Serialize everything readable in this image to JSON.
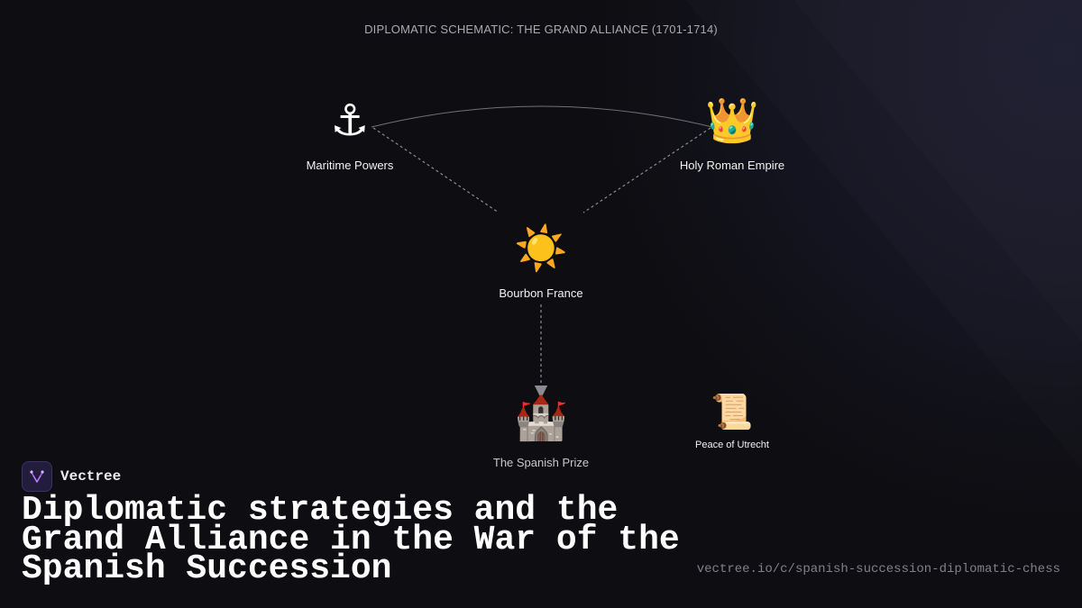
{
  "schematic_title": "DIPLOMATIC SCHEMATIC: THE GRAND ALLIANCE (1701-1714)",
  "nodes": {
    "maritime": {
      "icon": "anchor-icon",
      "glyph": "⚓",
      "label": "Maritime Powers"
    },
    "hre": {
      "icon": "crown-icon",
      "glyph": "👑",
      "label": "Holy Roman Empire"
    },
    "france": {
      "icon": "sun-icon",
      "glyph": "☀️",
      "label": "Bourbon France"
    },
    "spain": {
      "icon": "castle-icon",
      "glyph": "🏰",
      "label": "The Spanish Prize"
    },
    "utrecht": {
      "icon": "scroll-icon",
      "glyph": "📜",
      "label": "Peace of Utrecht"
    }
  },
  "edges": [
    {
      "from": "maritime",
      "to": "hre",
      "style": "solid-curve"
    },
    {
      "from": "maritime",
      "to": "france",
      "style": "dotted"
    },
    {
      "from": "hre",
      "to": "france",
      "style": "dotted"
    },
    {
      "from": "france",
      "to": "spain",
      "style": "dotted-arrow"
    }
  ],
  "brand": {
    "name": "Vectree",
    "logo_icon": "vectree-logo-icon"
  },
  "headline": "Diplomatic strategies and the Grand Alliance in the War of the Spanish Succession",
  "url": "vectree.io/c/spanish-succession-diplomatic-chess",
  "colors": {
    "background": "#0e0e12",
    "edge": "#8a8a90",
    "accent": "#a855f7"
  }
}
